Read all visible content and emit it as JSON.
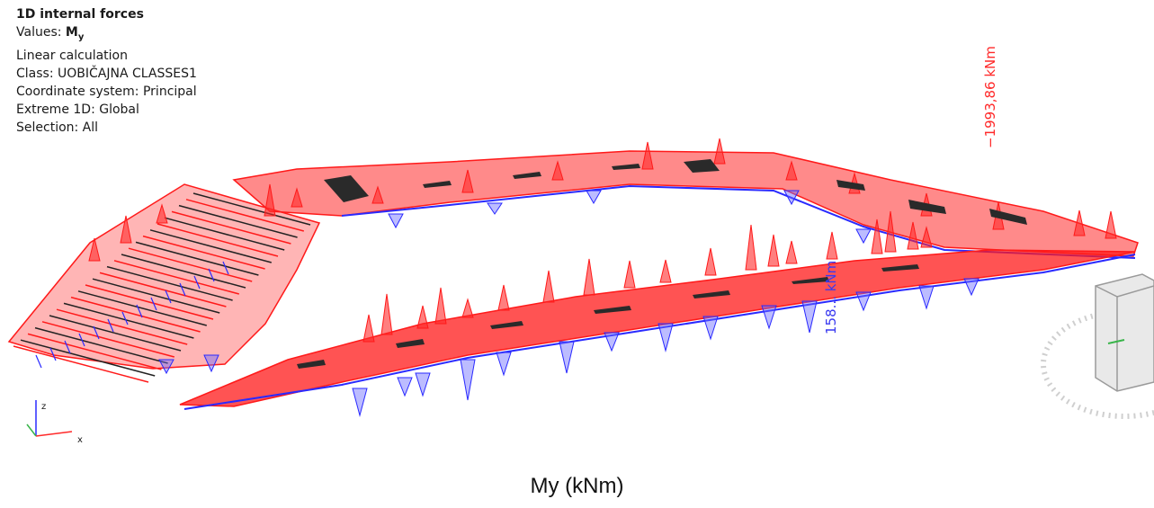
{
  "info": {
    "title": "1D internal forces",
    "values_prefix": "Values: ",
    "values_symbol": "M",
    "values_sub": "y",
    "calculation": "Linear calculation",
    "class": "Class: UOBIČAJNA  CLASSES1",
    "coord_system": "Coordinate system: Principal",
    "extreme": "Extreme 1D: Global",
    "selection": "Selection: All"
  },
  "extremes": {
    "max_label": "−1993,86 kNm",
    "min_label": "158... kNm"
  },
  "axes": {
    "z": "z",
    "x": "x"
  },
  "caption": "My (kNm)",
  "colors": {
    "positive": "#ff1a1a",
    "negative": "#2a2aff",
    "structure": "#222222",
    "max_label": "#ff2a2a",
    "min_label": "#3a3af0"
  },
  "view_cube": {
    "present": true
  }
}
